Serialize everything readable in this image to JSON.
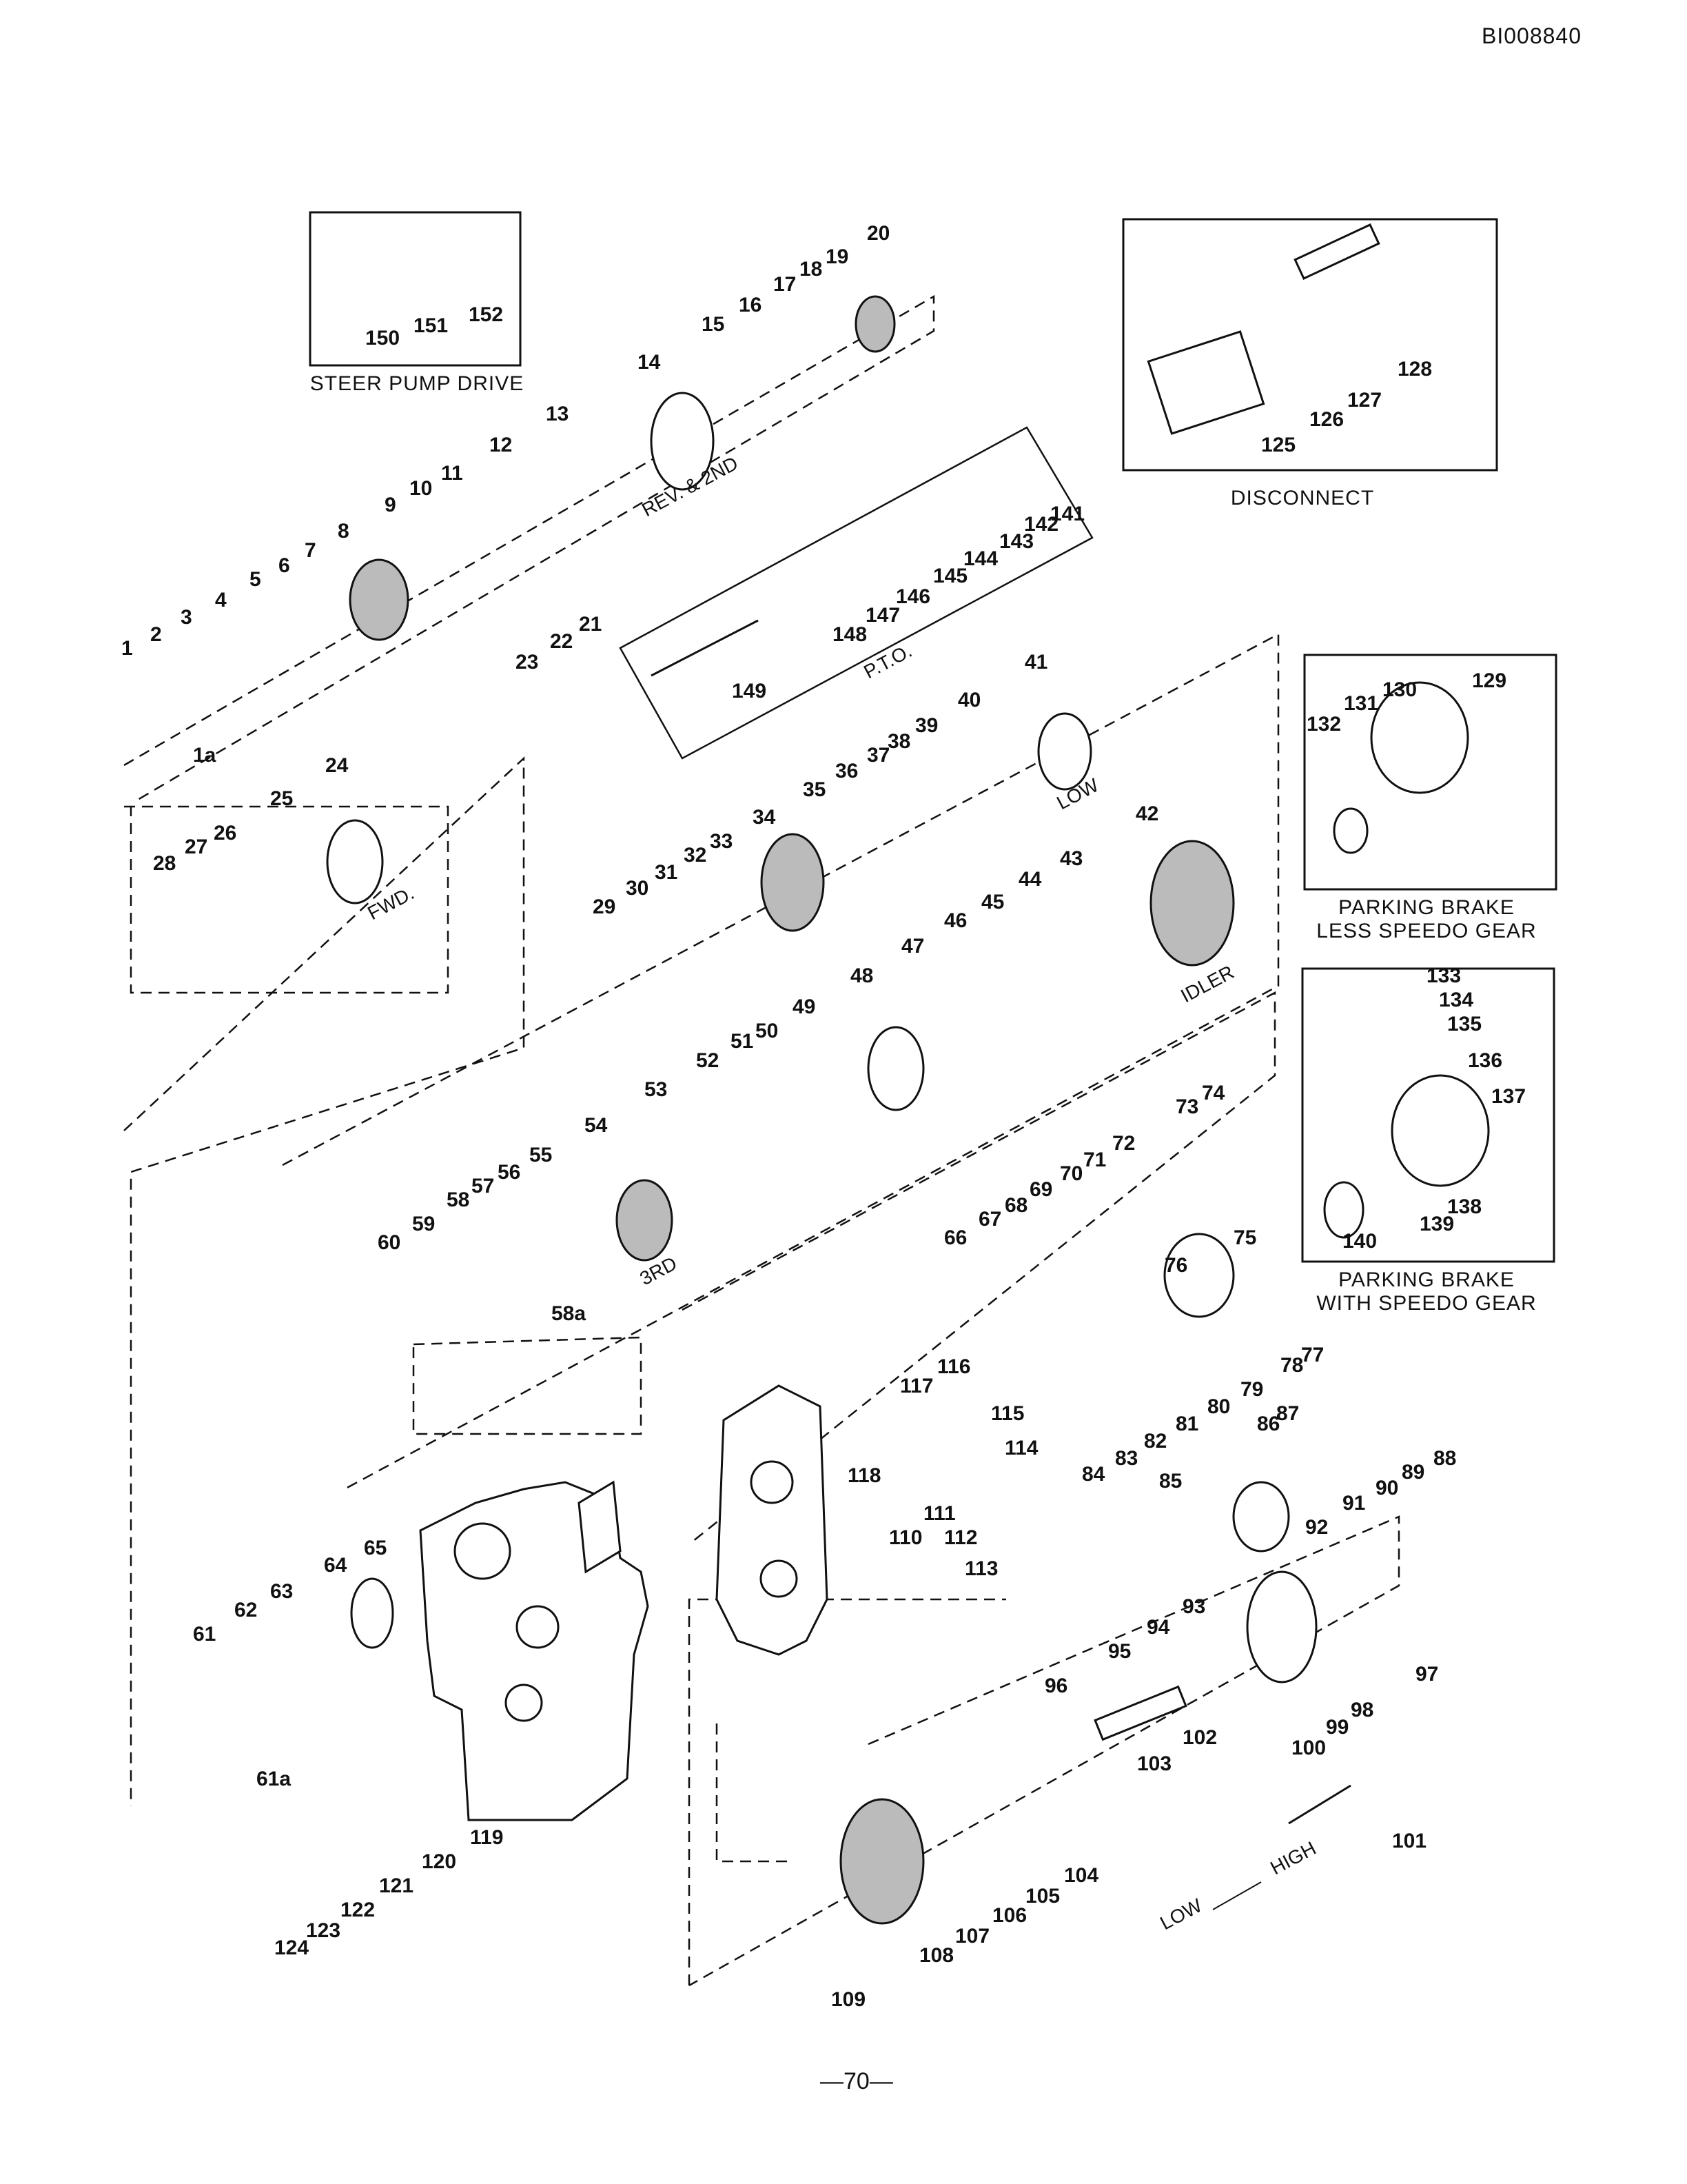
{
  "document": {
    "id": "BI008840",
    "page": "—70—"
  },
  "insets": {
    "steer_pump": "STEER PUMP DRIVE",
    "disconnect": "DISCONNECT",
    "brake_less": "PARKING BRAKE\nLESS SPEEDO GEAR",
    "brake_with": "PARKING BRAKE\nWITH SPEEDO GEAR"
  },
  "group_labels": [
    {
      "id": "rev2",
      "text": "REV. & 2ND"
    },
    {
      "id": "pto",
      "text": "P.T.O."
    },
    {
      "id": "fwd",
      "text": "FWD."
    },
    {
      "id": "low",
      "text": "LOW"
    },
    {
      "id": "idler",
      "text": "IDLER"
    },
    {
      "id": "third",
      "text": "3RD"
    },
    {
      "id": "high",
      "text": "HIGH"
    },
    {
      "id": "low_dir",
      "text": "LOW"
    }
  ],
  "parts": [
    "1",
    "1a",
    "2",
    "3",
    "4",
    "5",
    "6",
    "7",
    "8",
    "9",
    "10",
    "11",
    "12",
    "13",
    "14",
    "15",
    "16",
    "17",
    "18",
    "19",
    "20",
    "21",
    "22",
    "23",
    "24",
    "25",
    "26",
    "27",
    "28",
    "29",
    "30",
    "31",
    "32",
    "33",
    "34",
    "35",
    "36",
    "37",
    "38",
    "39",
    "40",
    "41",
    "42",
    "43",
    "44",
    "45",
    "46",
    "47",
    "48",
    "49",
    "50",
    "51",
    "52",
    "53",
    "54",
    "55",
    "56",
    "57",
    "58",
    "58a",
    "59",
    "60",
    "61",
    "61a",
    "62",
    "63",
    "64",
    "65",
    "66",
    "67",
    "68",
    "69",
    "70",
    "71",
    "72",
    "73",
    "74",
    "75",
    "76",
    "77",
    "78",
    "79",
    "80",
    "81",
    "82",
    "83",
    "84",
    "85",
    "86",
    "87",
    "88",
    "89",
    "90",
    "91",
    "92",
    "93",
    "94",
    "95",
    "96",
    "97",
    "98",
    "99",
    "100",
    "101",
    "102",
    "103",
    "104",
    "105",
    "106",
    "107",
    "108",
    "109",
    "110",
    "111",
    "112",
    "113",
    "114",
    "115",
    "116",
    "117",
    "118",
    "119",
    "120",
    "121",
    "122",
    "123",
    "124",
    "125",
    "126",
    "127",
    "128",
    "129",
    "130",
    "131",
    "132",
    "133",
    "134",
    "135",
    "136",
    "137",
    "138",
    "139",
    "140",
    "141",
    "142",
    "143",
    "144",
    "145",
    "146",
    "147",
    "148",
    "149",
    "150",
    "151",
    "152"
  ]
}
